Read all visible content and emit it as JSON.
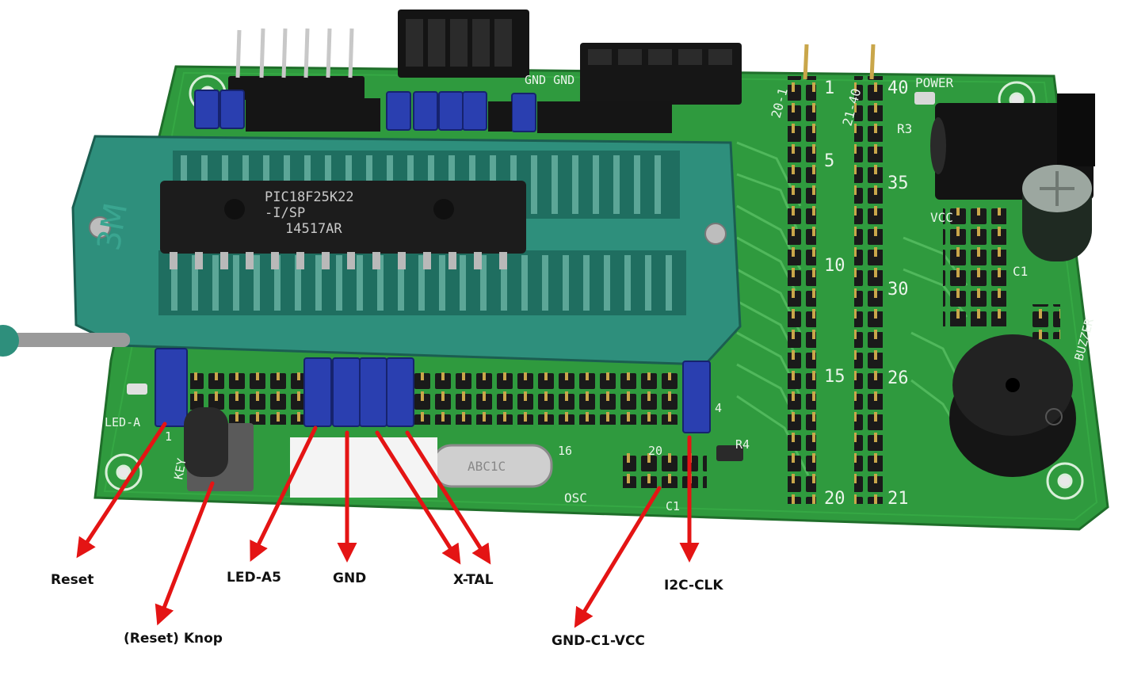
{
  "photo": {
    "subject": "PIC development board with ZIF socket",
    "colors": {
      "pcb": "#2f9a3e",
      "pcb_dark": "#1f7a2c",
      "zif": "#2e8f7c",
      "jumper": "#2a3fb0",
      "arrow": "#e41414",
      "background": "#ffffff"
    },
    "chip": {
      "line1": "PIC18F25K22",
      "line2": "-I/SP",
      "line3": "14517AR"
    },
    "zif_marking": "3M",
    "silkscreen": {
      "power": "POWER",
      "r3": "R3",
      "r4": "R4",
      "vcc": "VCC",
      "c1": "C1",
      "buzzer": "BUZZER",
      "gnd_gnd": "GND GND",
      "osc": "OSC",
      "key": "KEY",
      "led_a": "LED-A",
      "range_left": "20-1",
      "range_right": "21-40",
      "pin_numbers_left": [
        "1",
        "5",
        "10",
        "15",
        "20"
      ],
      "pin_numbers_right": [
        "40",
        "35",
        "30",
        "26",
        "21"
      ],
      "bottom_16": "16",
      "bottom_20": "20",
      "bottom_4": "4",
      "bottom_1": "1",
      "c1_small": "C1"
    },
    "crystal": "ABC1C"
  },
  "callouts": [
    {
      "id": "reset",
      "label": "Reset"
    },
    {
      "id": "reset-knop",
      "label": "(Reset) Knop"
    },
    {
      "id": "led-a5",
      "label": "LED-A5"
    },
    {
      "id": "gnd",
      "label": "GND"
    },
    {
      "id": "x-tal",
      "label": "X-TAL"
    },
    {
      "id": "gnd-c1-vcc",
      "label": "GND-C1-VCC"
    },
    {
      "id": "i2c-clk",
      "label": "I2C-CLK"
    }
  ]
}
